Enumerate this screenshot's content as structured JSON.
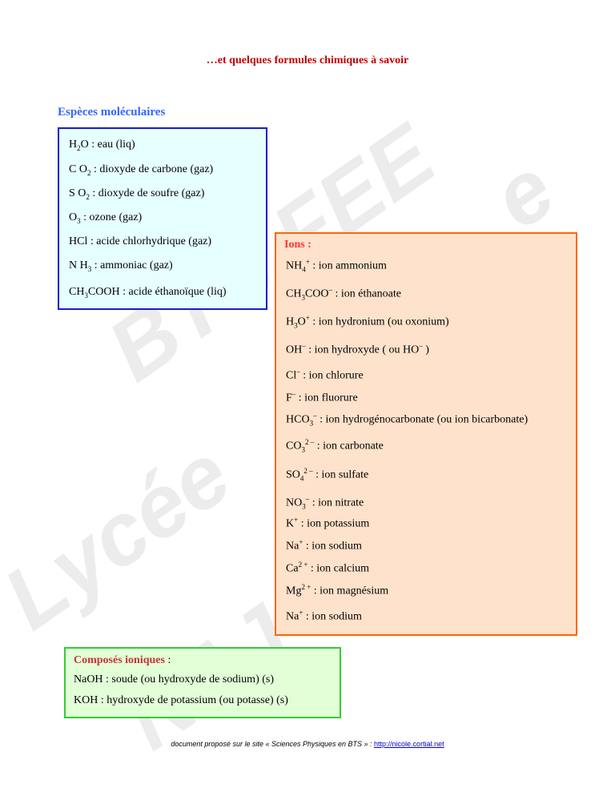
{
  "title": "…et quelques formules chimiques à savoir",
  "molecular": {
    "heading": "Espèces moléculaires",
    "items": [
      {
        "f": "H",
        "s1": "2",
        "r1": "O",
        "desc": ": eau (liq)"
      },
      {
        "f": "C O",
        "s1": "2",
        "desc": ": dioxyde de carbone (gaz)"
      },
      {
        "f": "S O",
        "s1": "2",
        "desc": ": dioxyde de soufre (gaz)"
      },
      {
        "f": "O",
        "s1": "3",
        "desc": ": ozone (gaz)"
      },
      {
        "f": "HCl",
        "desc": ": acide chlorhydrique (gaz)"
      },
      {
        "f": "N H",
        "s1": "3",
        "desc": ": ammoniac (gaz)"
      },
      {
        "f": "CH",
        "s1": "3",
        "r1": "COOH",
        "desc": ": acide éthanoïque (liq)"
      }
    ]
  },
  "ions": {
    "heading": "Ions :",
    "items": [
      {
        "f": "NH",
        "s1": "4",
        "sup": "+",
        "desc": ": ion ammonium"
      },
      {
        "f": "CH",
        "s1": "3",
        "r1": "COO",
        "sup": "–",
        "desc": ": ion éthanoate"
      },
      {
        "f": "H",
        "s1": "3",
        "r1": "O",
        "sup": "+",
        "desc": ": ion hydronium (ou oxonium)"
      },
      {
        "f": "OH",
        "sup": "–",
        "desc": ": ion hydroxyde  ( ou  HO",
        "sup2": "–",
        "tail": ")"
      },
      {
        "f": "Cl",
        "sup": "–",
        "desc": ": ion chlorure"
      },
      {
        "f": "F",
        "sup": "–",
        "desc": ": ion fluorure"
      },
      {
        "f": "HCO",
        "s1": "3",
        "sup": "–",
        "desc": ": ion hydrogénocarbonate (ou ion bicarbonate)"
      },
      {
        "f": "CO",
        "s1": "3",
        "sup": "2 –",
        "desc": ": ion carbonate"
      },
      {
        "f": "SO",
        "s1": "4",
        "sup": "2 –",
        "desc": ": ion sulfate"
      },
      {
        "f": "NO",
        "s1": "3",
        "sup": "–",
        "desc": ": ion nitrate"
      },
      {
        "f": "K",
        "sup": "+",
        "desc": ": ion potassium"
      },
      {
        "f": "Na",
        "sup": "+",
        "desc": ": ion sodium"
      },
      {
        "f": "Ca",
        "sup": "2 +",
        "desc": ": ion calcium"
      },
      {
        "f": "Mg",
        "sup": "2 +",
        "desc": ": ion magnésium"
      },
      {
        "f": "Na",
        "sup": "+",
        "desc": ": ion sodium"
      }
    ]
  },
  "ionic": {
    "heading": "Composés ioniques",
    "heading_suffix": " :",
    "items": [
      "NaOH  : soude (ou hydroxyde de sodium) (s)",
      "KOH  : hydroxyde de potassium (ou potasse) (s)"
    ]
  },
  "footer": {
    "text": "document proposé sur le site « Sciences Physiques en BTS » : ",
    "link": "http://nicole.cortial.net"
  },
  "watermark": {
    "line1": "BTS FEE",
    "line2": "Lycée",
    "line3": "NAJ",
    "line4": "e"
  },
  "colors": {
    "title": "#c00000",
    "section": "#3366ff",
    "ions_heading": "#ff3333",
    "ionic_heading": "#cc3333"
  }
}
